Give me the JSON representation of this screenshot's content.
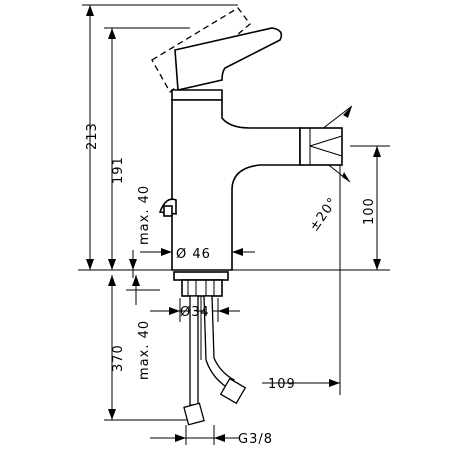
{
  "dimensions": {
    "overall_height": "213",
    "spout_height": "191",
    "lever_clearance_top": "max. 40",
    "body_diameter": "Ø 46",
    "aerator_height": "100",
    "aerator_swivel": "±20°",
    "hole_diameter": "Ø34",
    "hose_length": "370",
    "mounting_clearance": "max. 40",
    "spout_reach": "109",
    "connection_thread": "G3/8"
  }
}
